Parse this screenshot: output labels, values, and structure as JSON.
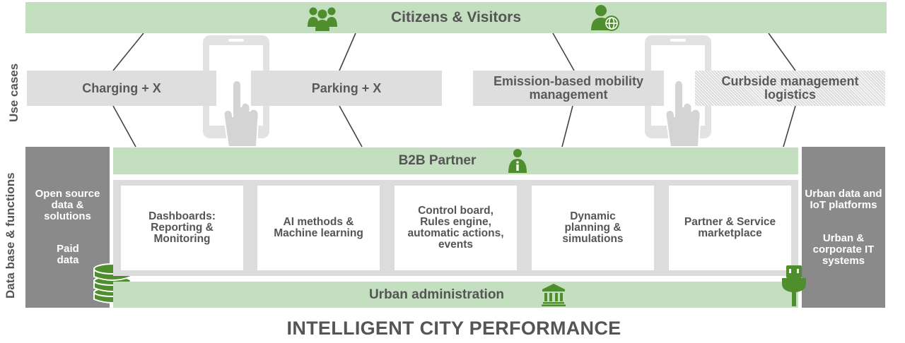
{
  "top_band": {
    "label": "Citizens & Visitors"
  },
  "left_labels": {
    "use_cases": "Use cases",
    "data_base": "Data base & functions"
  },
  "use_cases": [
    {
      "label": "Charging + X"
    },
    {
      "label": "Parking + X"
    },
    {
      "label": "Emission-based mobility management"
    },
    {
      "label": "Curbside management logistics"
    }
  ],
  "b2b_band": {
    "label": "B2B Partner"
  },
  "left_panel": {
    "open_source": "Open source data & solutions",
    "paid": "Paid data"
  },
  "right_panel": {
    "urban_platforms": "Urban data and IoT platforms",
    "corporate": "Urban & corporate IT systems"
  },
  "functions": [
    {
      "label": "Dashboards: Reporting & Monitoring"
    },
    {
      "label": "AI methods & Machine learning"
    },
    {
      "label": "Control board, Rules engine, automatic actions, events"
    },
    {
      "label": "Dynamic planning & simulations"
    },
    {
      "label": "Partner & Service marketplace"
    }
  ],
  "admin_band": {
    "label": "Urban administration"
  },
  "footer": {
    "title": "INTELLIGENT CITY PERFORMANCE"
  },
  "icons": [
    "people-group-icon",
    "person-globe-icon",
    "smartphone-hand-icon",
    "person-info-icon",
    "database-icon",
    "government-building-icon",
    "plug-icon"
  ],
  "colors": {
    "green_band": "#c3dfbf",
    "icon_green": "#4f8e2c",
    "gray_panel": "#8a8a8a",
    "use_case_gray": "#dedede"
  }
}
